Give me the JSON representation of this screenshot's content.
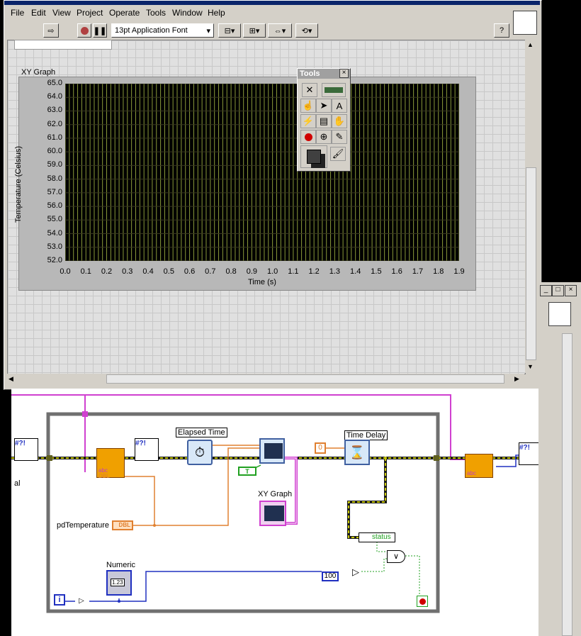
{
  "window": {
    "title": "ThermalChamber.vi Front Panel"
  },
  "menu": [
    "File",
    "Edit",
    "View",
    "Project",
    "Operate",
    "Tools",
    "Window",
    "Help"
  ],
  "toolbar": {
    "font_select": "13pt Application Font",
    "help": "?"
  },
  "graph": {
    "label": "XY Graph",
    "ylabel": "Temperature (Celsius)",
    "xlabel": "Time (s)",
    "yticks": [
      "65.0",
      "64.0",
      "63.0",
      "62.0",
      "61.0",
      "60.0",
      "59.0",
      "58.0",
      "57.0",
      "56.0",
      "55.0",
      "54.0",
      "53.0",
      "52.0"
    ],
    "xticks": [
      "0.0",
      "0.1",
      "0.2",
      "0.3",
      "0.4",
      "0.5",
      "0.6",
      "0.7",
      "0.8",
      "0.9",
      "1.0",
      "1.1",
      "1.2",
      "1.3",
      "1.4",
      "1.5",
      "1.6",
      "1.7",
      "1.8",
      "1.9"
    ],
    "colors": {
      "plot_bg": "#000000",
      "grid": "#8a9a3a"
    }
  },
  "tools_palette": {
    "title": "Tools",
    "close": "×"
  },
  "block_diagram": {
    "elapsed_time": "Elapsed Time",
    "time_delay": "Time Delay",
    "xy_graph": "XY Graph",
    "pd_temperature": "pdTemperature",
    "dbl": "DBL",
    "numeric": "Numeric",
    "numeric_value": "1.23",
    "status": "status",
    "constant_zero": "0",
    "constant_100": "100",
    "iter": "i",
    "true_const": "T",
    "side_label": "al",
    "abc": "abc",
    "dbl_small": "DBL"
  },
  "second_window": {
    "buttons": [
      "_",
      "□",
      "×"
    ]
  }
}
